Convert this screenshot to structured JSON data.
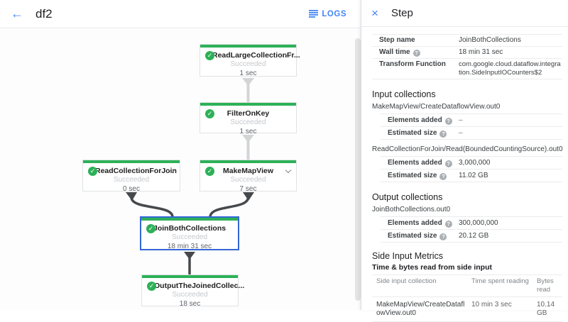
{
  "colors": {
    "accent_blue": "#4285f4",
    "selected_border_blue": "#3367d6",
    "success_green": "#2db158",
    "status_gray": "#c4c8cc"
  },
  "icons": {
    "back": "←",
    "close": "×",
    "check": "✓",
    "help": "?"
  },
  "topbar": {
    "title": "df2",
    "logs_label": "LOGS"
  },
  "graph": {
    "nodes": [
      {
        "title": "ReadLargeCollectionFr...",
        "status": "Succeeded",
        "time": "1 sec",
        "expandable": true,
        "selected": false
      },
      {
        "title": "FilterOnKey",
        "status": "Succeeded",
        "time": "1 sec",
        "expandable": false,
        "selected": false
      },
      {
        "title": "ReadCollectionForJoin",
        "status": "Succeeded",
        "time": "0 sec",
        "expandable": true,
        "selected": false
      },
      {
        "title": "MakeMapView",
        "status": "Succeeded",
        "time": "7 sec",
        "expandable": true,
        "selected": false
      },
      {
        "title": "JoinBothCollections",
        "status": "Succeeded",
        "time": "18 min 31 sec",
        "expandable": false,
        "selected": true
      },
      {
        "title": "OutputTheJoinedCollec...",
        "status": "Succeeded",
        "time": "18 sec",
        "expandable": false,
        "selected": false
      }
    ]
  },
  "panel": {
    "title": "Step",
    "details": [
      {
        "label": "Step name",
        "value": "JoinBothCollections"
      },
      {
        "label": "Wall time",
        "value": "18 min 31 sec"
      },
      {
        "label": "Transform Function",
        "value": "com.google.cloud.dataflow.integration.SideInputIOCounters$2"
      }
    ],
    "input_collections": {
      "heading": "Input collections",
      "groups": [
        {
          "name": "MakeMapView/CreateDataflowView.out0",
          "metrics": [
            {
              "label": "Elements added",
              "value": "–"
            },
            {
              "label": "Estimated size",
              "value": "–"
            }
          ]
        },
        {
          "name": "ReadCollectionForJoin/Read(BoundedCountingSource).out0",
          "metrics": [
            {
              "label": "Elements added",
              "value": "3,000,000"
            },
            {
              "label": "Estimated size",
              "value": "11.02 GB"
            }
          ]
        }
      ]
    },
    "output_collections": {
      "heading": "Output collections",
      "groups": [
        {
          "name": "JoinBothCollections.out0",
          "metrics": [
            {
              "label": "Elements added",
              "value": "300,000,000"
            },
            {
              "label": "Estimated size",
              "value": "20.12 GB"
            }
          ]
        }
      ]
    },
    "side_input_metrics": {
      "heading": "Side Input Metrics",
      "subheading": "Time & bytes read from side input",
      "columns": [
        "Side input collection",
        "Time spent reading",
        "Bytes read"
      ],
      "rows": [
        {
          "collection": "MakeMapView/CreateDataflowView.out0",
          "time": "10 min 3 sec",
          "bytes": "10.14 GB"
        }
      ]
    }
  }
}
